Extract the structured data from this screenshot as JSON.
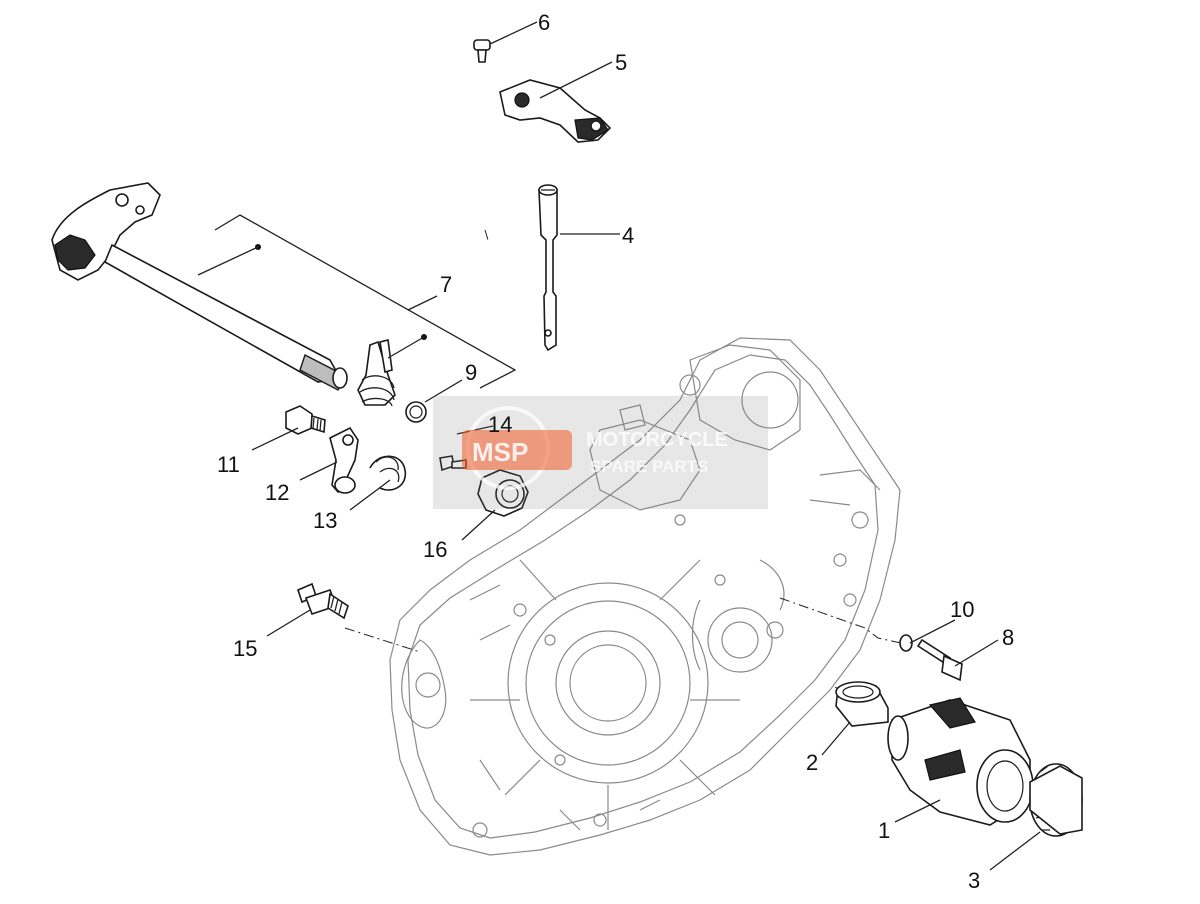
{
  "labels": [
    {
      "id": "1",
      "text": "1"
    },
    {
      "id": "2",
      "text": "2"
    },
    {
      "id": "3",
      "text": "3"
    },
    {
      "id": "4",
      "text": "4"
    },
    {
      "id": "5",
      "text": "5"
    },
    {
      "id": "6",
      "text": "6"
    },
    {
      "id": "7",
      "text": "7"
    },
    {
      "id": "8",
      "text": "8"
    },
    {
      "id": "9",
      "text": "9"
    },
    {
      "id": "10",
      "text": "10"
    },
    {
      "id": "11",
      "text": "11"
    },
    {
      "id": "12",
      "text": "12"
    },
    {
      "id": "13",
      "text": "13"
    },
    {
      "id": "14",
      "text": "14"
    },
    {
      "id": "15",
      "text": "15"
    },
    {
      "id": "16",
      "text": "16"
    }
  ],
  "watermark": {
    "logo": "MSP",
    "line1": "MOTORCYCLE",
    "line2": "SPARE PARTS",
    "color": "#f05a28"
  }
}
